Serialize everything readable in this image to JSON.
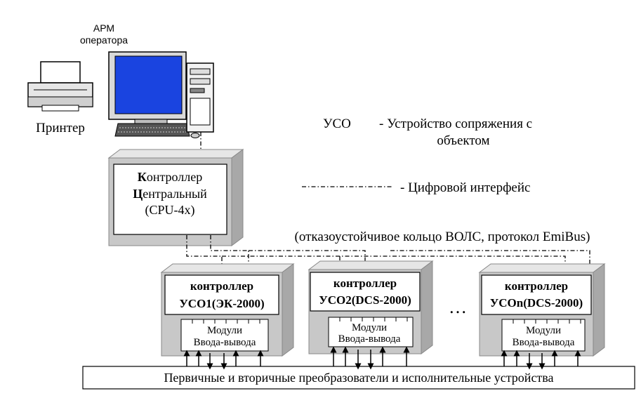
{
  "workstation": {
    "line1": "АРМ",
    "line2": "оператора"
  },
  "printer": {
    "label": "Принтер"
  },
  "legend": {
    "uso_abbr": "УСО",
    "uso_def_1": "- Устройство сопряжения с",
    "uso_def_2": "объектом",
    "digital_iface": "- Цифровой интерфейс"
  },
  "central": {
    "line1_cap": "К",
    "line1_rest": "онтроллер",
    "line2_cap": "Ц",
    "line2_rest": "ентральный",
    "line3": "(CPU-4x)"
  },
  "ring_label": "(отказоустойчивое кольцо ВОЛС, протокол EmiBus)",
  "controllers": [
    {
      "title": "контроллер",
      "model": "УСО1(ЭК-2000)",
      "io_1": "Модули",
      "io_2": "Ввода-вывода"
    },
    {
      "title": "контроллер",
      "model": "УСО2(DCS-2000)",
      "io_1": "Модули",
      "io_2": "Ввода-вывода"
    },
    {
      "title": "контроллер",
      "model": "УСОn(DCS-2000)",
      "io_1": "Модули",
      "io_2": "Ввода-вывода"
    }
  ],
  "ellipsis": "…",
  "field_devices": "Первичные и вторичные преобразователи и исполнительные устройства",
  "colors": {
    "frame": "#c8c8c8",
    "screen": "#1a44e0",
    "stroke": "#000000"
  }
}
